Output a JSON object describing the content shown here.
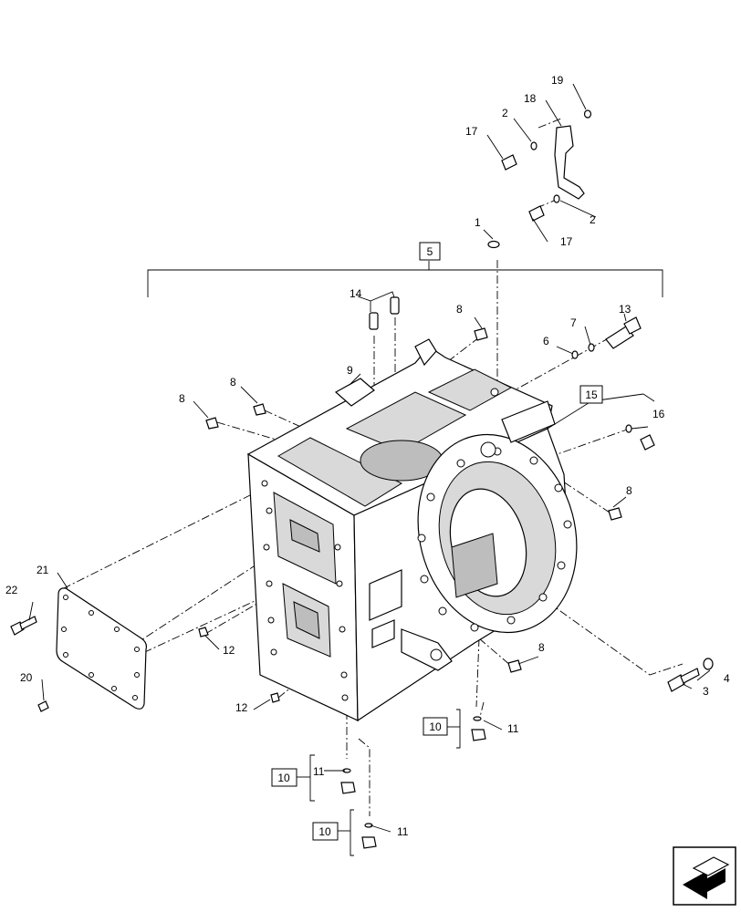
{
  "callouts": {
    "c1": "1",
    "c2a": "2",
    "c2b": "2",
    "c3": "3",
    "c4": "4",
    "c5": "5",
    "c6": "6",
    "c7": "7",
    "c8a": "8",
    "c8b": "8",
    "c8c": "8",
    "c8d": "8",
    "c8e": "8",
    "c9": "9",
    "c10a": "10",
    "c10b": "10",
    "c10c": "10",
    "c11a": "11",
    "c11b": "11",
    "c11c": "11",
    "c12a": "12",
    "c12b": "12",
    "c13": "13",
    "c14": "14",
    "c15": "15",
    "c16": "16",
    "c17a": "17",
    "c17b": "17",
    "c18": "18",
    "c19": "19",
    "c20": "20",
    "c21": "21",
    "c22": "22"
  },
  "icons": {
    "nav": "navigation-arrow-icon"
  }
}
